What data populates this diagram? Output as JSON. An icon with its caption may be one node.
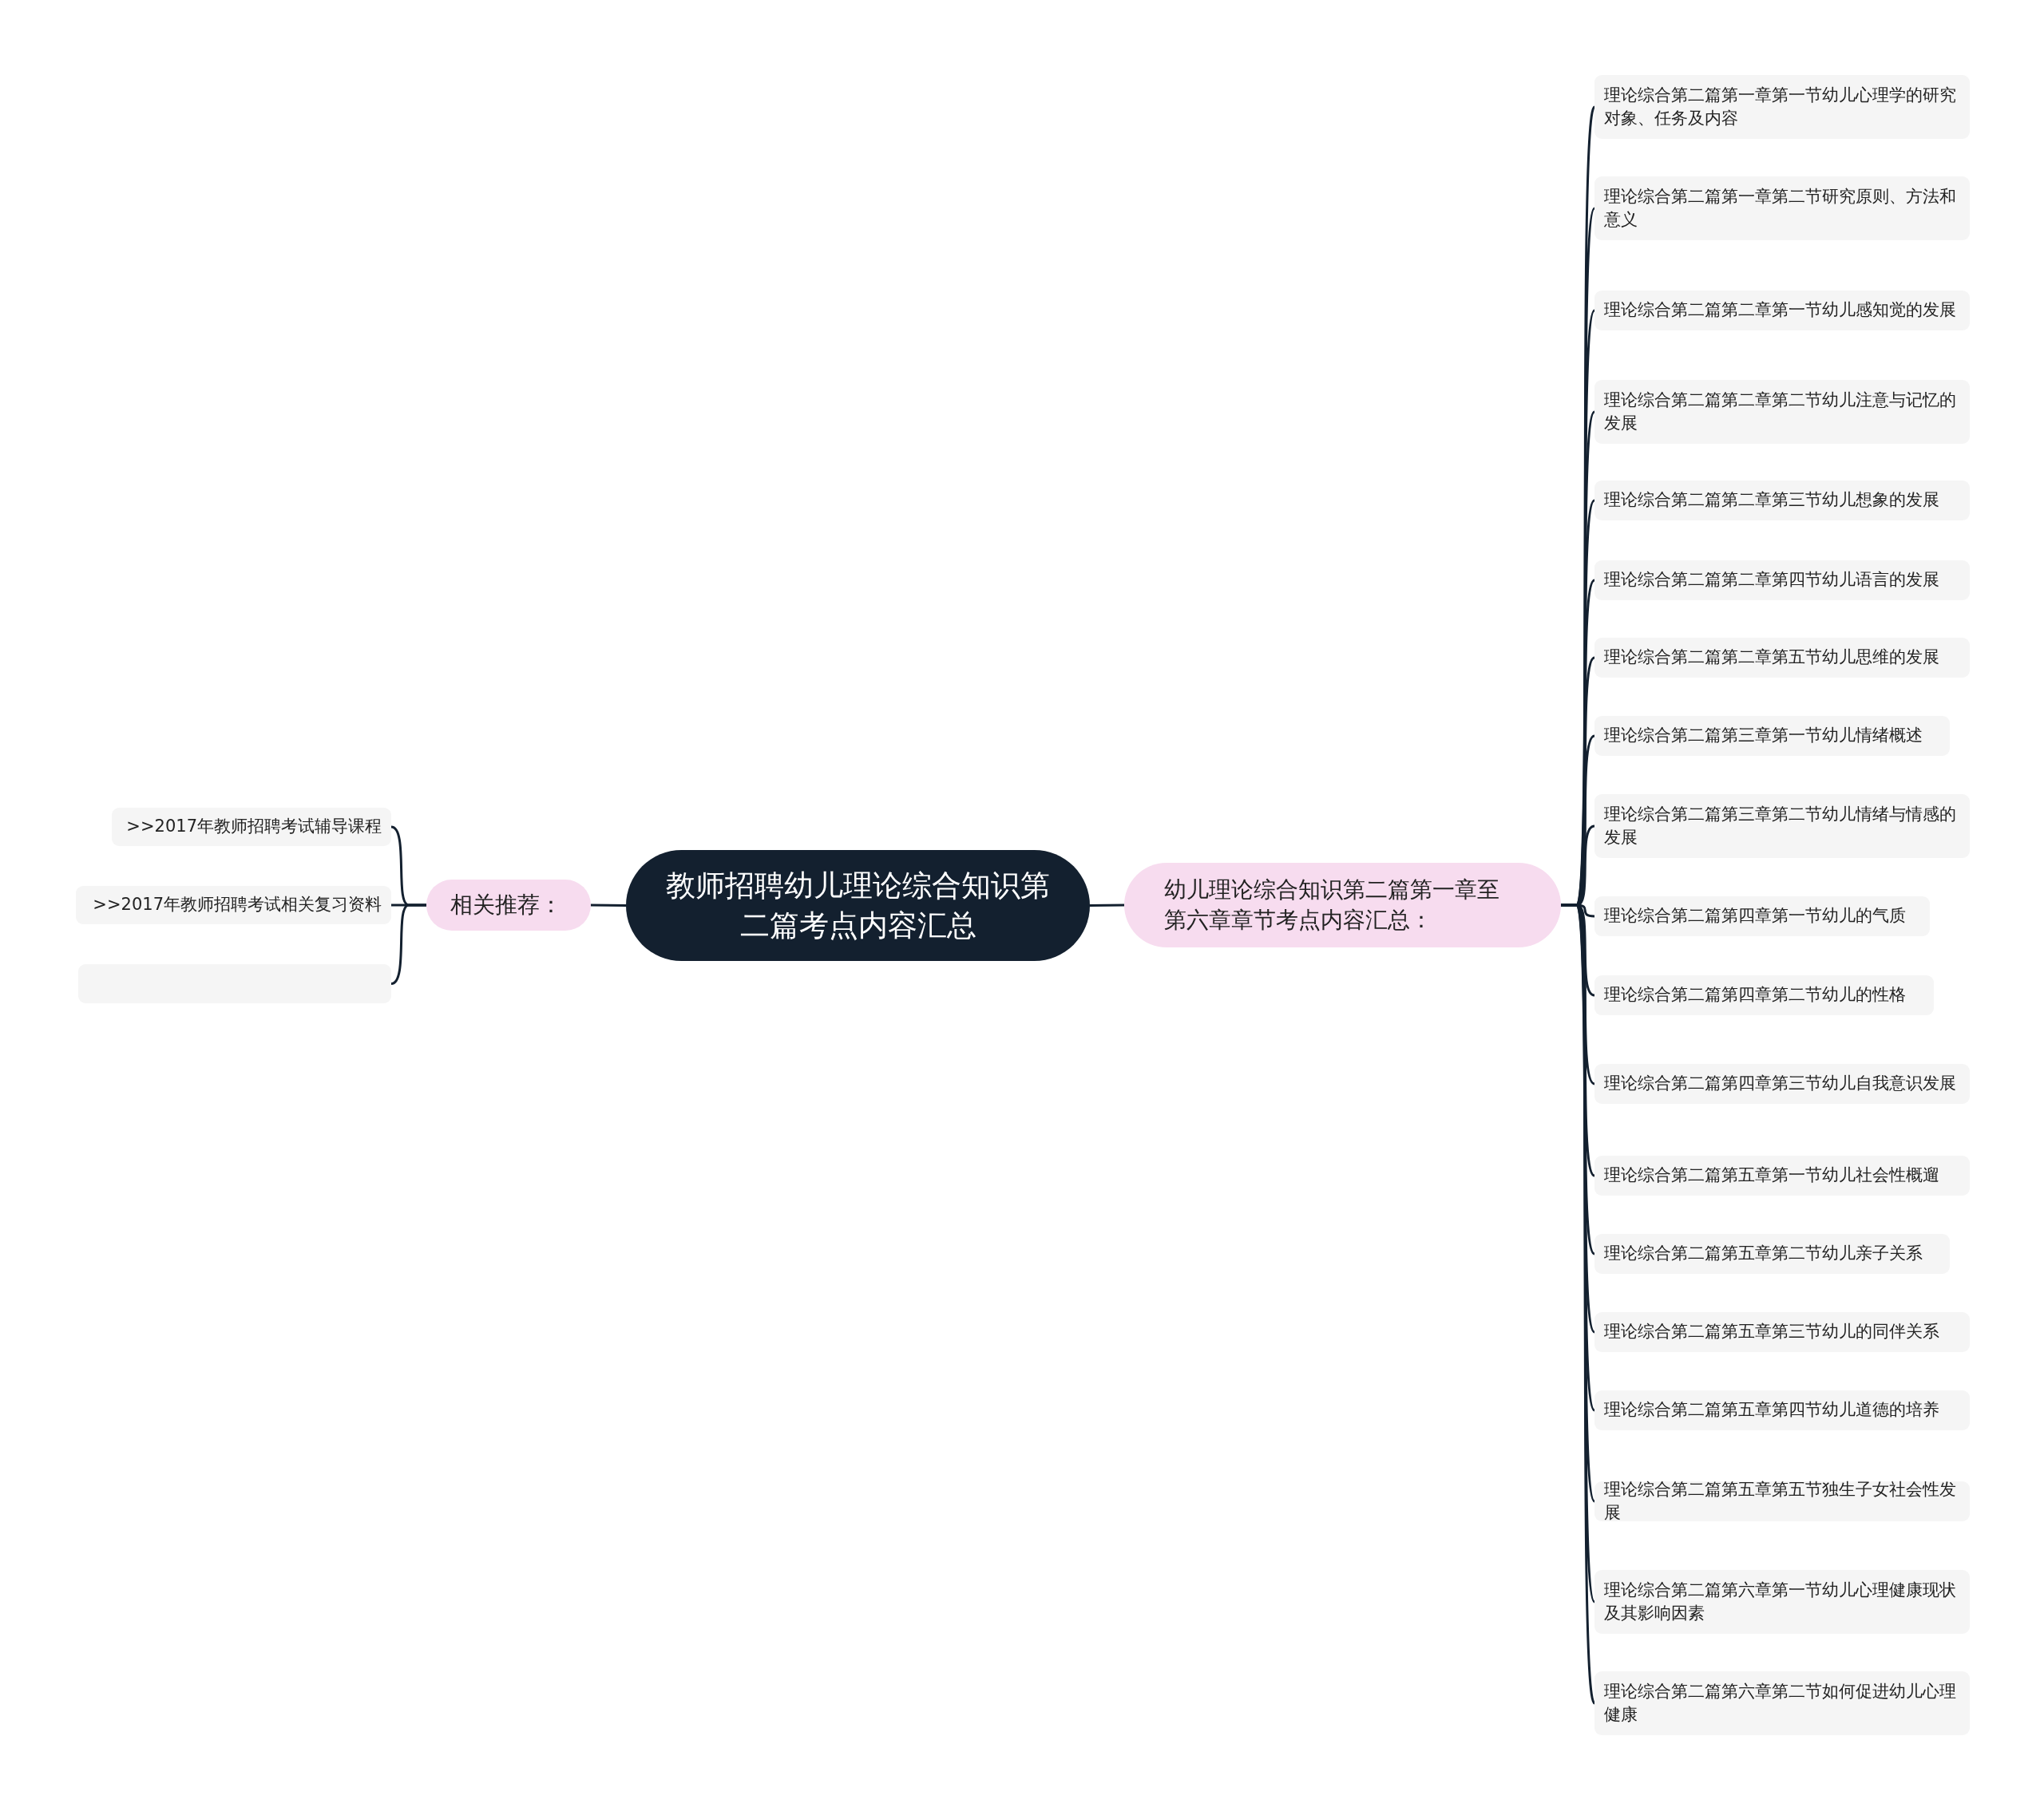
{
  "diagram": {
    "nodes": [
      {
        "text": [
          "教师招聘幼儿理论综合知识第二篇考点内容汇总"
        ]
      },
      {
        "text": [
          "幼儿理论综合知识第二篇第一章至第六章章节考点内容汇总："
        ]
      },
      {
        "text": [
          "理论综合第二篇第一章第一节幼儿心理学的研究对象、任务及内容"
        ]
      },
      {
        "text": [
          "理论综合第二篇第一章第二节研究原则、方法和意义"
        ]
      },
      {
        "text": [
          "理论综合第二篇第二章第一节幼儿感知觉的发展"
        ]
      },
      {
        "text": [
          "理论综合第二篇第二章第二节幼儿注意与记忆的发展"
        ]
      },
      {
        "text": [
          "理论综合第二篇第二章第三节幼儿想象的发展"
        ]
      },
      {
        "text": [
          "理论综合第二篇第二章第四节幼儿语言的发展"
        ]
      },
      {
        "text": [
          "理论综合第二篇第二章第五节幼儿思维的发展"
        ]
      },
      {
        "text": [
          "理论综合第二篇第三章第一节幼儿情绪概述"
        ]
      },
      {
        "text": [
          "理论综合第二篇第三章第二节幼儿情绪与情感的发展"
        ]
      },
      {
        "text": [
          "理论综合第二篇第四章第一节幼儿的气质"
        ]
      },
      {
        "text": [
          "理论综合第二篇第四章第二节幼儿的性格"
        ]
      },
      {
        "text": [
          "理论综合第二篇第四章第三节幼儿自我意识发展"
        ]
      },
      {
        "text": [
          "理论综合第二篇第五章第一节幼儿社会性概遛"
        ]
      },
      {
        "text": [
          "理论综合第二篇第五章第二节幼儿亲子关系"
        ]
      },
      {
        "text": [
          "理论综合第二篇第五章第三节幼儿的同伴关系"
        ]
      },
      {
        "text": [
          "理论综合第二篇第五章第四节幼儿道德的培养"
        ]
      },
      {
        "text": [
          "理论综合第二篇第五章第五节独生子女社会性发展"
        ]
      },
      {
        "text": [
          "理论综合第二篇第六章第一节幼儿心理健康现状及其影响因素"
        ]
      },
      {
        "text": [
          "理论综合第二篇第六章第二节如何促进幼儿心理健康"
        ]
      },
      {
        "text": [
          "相关推荐："
        ]
      },
      {
        "text": [
          ">>2017年教师招聘考试辅导课程"
        ]
      },
      {
        "text": [
          ">>2017年教师招聘考试相关复习资料"
        ]
      },
      {
        "text": [],
        "shape": "box"
      }
    ],
    "edges": [
      {
        "from": 0,
        "to": 1,
        "arrow": "none"
      },
      {
        "from": 1,
        "to": 2,
        "arrow": "none"
      },
      {
        "from": 1,
        "to": 3,
        "arrow": "none"
      },
      {
        "from": 1,
        "to": 4,
        "arrow": "none"
      },
      {
        "from": 1,
        "to": 5,
        "arrow": "none"
      },
      {
        "from": 1,
        "to": 6,
        "arrow": "none"
      },
      {
        "from": 1,
        "to": 7,
        "arrow": "none"
      },
      {
        "from": 1,
        "to": 8,
        "arrow": "none"
      },
      {
        "from": 1,
        "to": 9,
        "arrow": "none"
      },
      {
        "from": 1,
        "to": 10,
        "arrow": "none"
      },
      {
        "from": 1,
        "to": 11,
        "arrow": "none"
      },
      {
        "from": 1,
        "to": 12,
        "arrow": "none"
      },
      {
        "from": 1,
        "to": 13,
        "arrow": "none"
      },
      {
        "from": 1,
        "to": 14,
        "arrow": "none"
      },
      {
        "from": 1,
        "to": 15,
        "arrow": "none"
      },
      {
        "from": 1,
        "to": 16,
        "arrow": "none"
      },
      {
        "from": 1,
        "to": 17,
        "arrow": "none"
      },
      {
        "from": 1,
        "to": 18,
        "arrow": "none"
      },
      {
        "from": 1,
        "to": 19,
        "arrow": "none"
      },
      {
        "from": 1,
        "to": 20,
        "arrow": "none"
      },
      {
        "from": 0,
        "to": 21,
        "arrow": "none"
      },
      {
        "from": 21,
        "to": 22,
        "arrow": "none"
      },
      {
        "from": 21,
        "to": 23,
        "arrow": "none"
      },
      {
        "from": 21,
        "to": 24,
        "arrow": "none"
      }
    ]
  }
}
